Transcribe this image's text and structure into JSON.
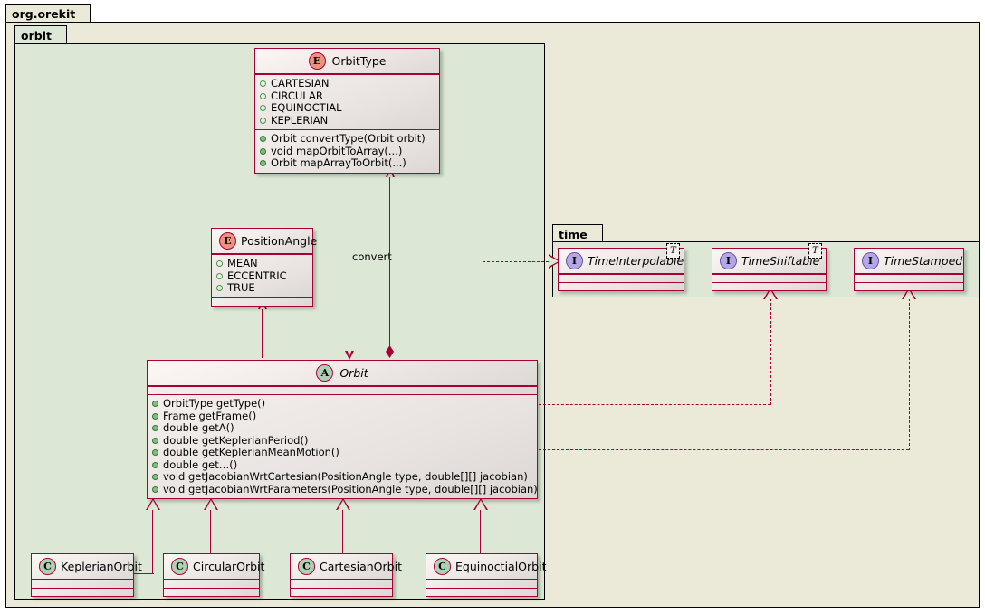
{
  "diagram": {
    "type": "uml-class-diagram",
    "colors": {
      "border": "#a80036",
      "outer_package_bg": "#ebe9d7",
      "inner_package_bg": "#dce8d5",
      "class_body_bg": "#e3dedb",
      "enum_badge": "#eb937f",
      "class_badge": "#add1b2",
      "interface_badge": "#b4a7e5"
    }
  },
  "packages": {
    "outer": {
      "name": "org.orekit"
    },
    "orbit": {
      "name": "orbit"
    },
    "time": {
      "name": "time"
    }
  },
  "classes": {
    "orbit_type": {
      "name": "OrbitType",
      "stereotype": "E",
      "kind": "enum",
      "fields": [
        "CARTESIAN",
        "CIRCULAR",
        "EQUINOCTIAL",
        "KEPLERIAN"
      ],
      "methods": [
        "Orbit convertType(Orbit orbit)",
        "void mapOrbitToArray(...)",
        "Orbit mapArrayToOrbit(...)"
      ]
    },
    "position_angle": {
      "name": "PositionAngle",
      "stereotype": "E",
      "kind": "enum",
      "fields": [
        "MEAN",
        "ECCENTRIC",
        "TRUE"
      ],
      "methods": []
    },
    "orbit": {
      "name": "Orbit",
      "stereotype": "A",
      "kind": "abstract-class",
      "fields": [],
      "methods": [
        "OrbitType getType()",
        "Frame getFrame()",
        "double getA()",
        "double getKeplerianPeriod()",
        "double getKeplerianMeanMotion()",
        "double get…()",
        "void getJacobianWrtCartesian(PositionAngle type, double[][] jacobian)",
        "void getJacobianWrtParameters(PositionAngle type, double[][] jacobian)"
      ]
    },
    "keplerian_orbit": {
      "name": "KeplerianOrbit",
      "stereotype": "C",
      "kind": "class",
      "fields": [],
      "methods": []
    },
    "circular_orbit": {
      "name": "CircularOrbit",
      "stereotype": "C",
      "kind": "class",
      "fields": [],
      "methods": []
    },
    "cartesian_orbit": {
      "name": "CartesianOrbit",
      "stereotype": "C",
      "kind": "class",
      "fields": [],
      "methods": []
    },
    "equinoctial_orbit": {
      "name": "EquinoctialOrbit",
      "stereotype": "C",
      "kind": "class",
      "fields": [],
      "methods": []
    },
    "time_interpolable": {
      "name": "TimeInterpolable",
      "stereotype": "I",
      "kind": "interface",
      "generic": "T",
      "fields": [],
      "methods": []
    },
    "time_shiftable": {
      "name": "TimeShiftable",
      "stereotype": "I",
      "kind": "interface",
      "generic": "T",
      "fields": [],
      "methods": []
    },
    "time_stamped": {
      "name": "TimeStamped",
      "stereotype": "I",
      "kind": "interface",
      "generic": "",
      "fields": [],
      "methods": []
    }
  },
  "edges": {
    "convert_label": "convert",
    "list": [
      {
        "from": "Orbit",
        "to": "OrbitType",
        "type": "composition",
        "label": ""
      },
      {
        "from": "OrbitType",
        "to": "Orbit",
        "type": "directed-association",
        "label": "convert"
      },
      {
        "from": "Orbit",
        "to": "PositionAngle",
        "type": "directed-association",
        "label": ""
      },
      {
        "from": "Orbit",
        "to": "TimeInterpolable",
        "type": "realization",
        "label": ""
      },
      {
        "from": "Orbit",
        "to": "TimeShiftable",
        "type": "realization",
        "label": ""
      },
      {
        "from": "Orbit",
        "to": "TimeStamped",
        "type": "realization",
        "label": ""
      },
      {
        "from": "KeplerianOrbit",
        "to": "Orbit",
        "type": "generalization",
        "label": ""
      },
      {
        "from": "CircularOrbit",
        "to": "Orbit",
        "type": "generalization",
        "label": ""
      },
      {
        "from": "CartesianOrbit",
        "to": "Orbit",
        "type": "generalization",
        "label": ""
      },
      {
        "from": "EquinoctialOrbit",
        "to": "Orbit",
        "type": "generalization",
        "label": ""
      }
    ]
  }
}
